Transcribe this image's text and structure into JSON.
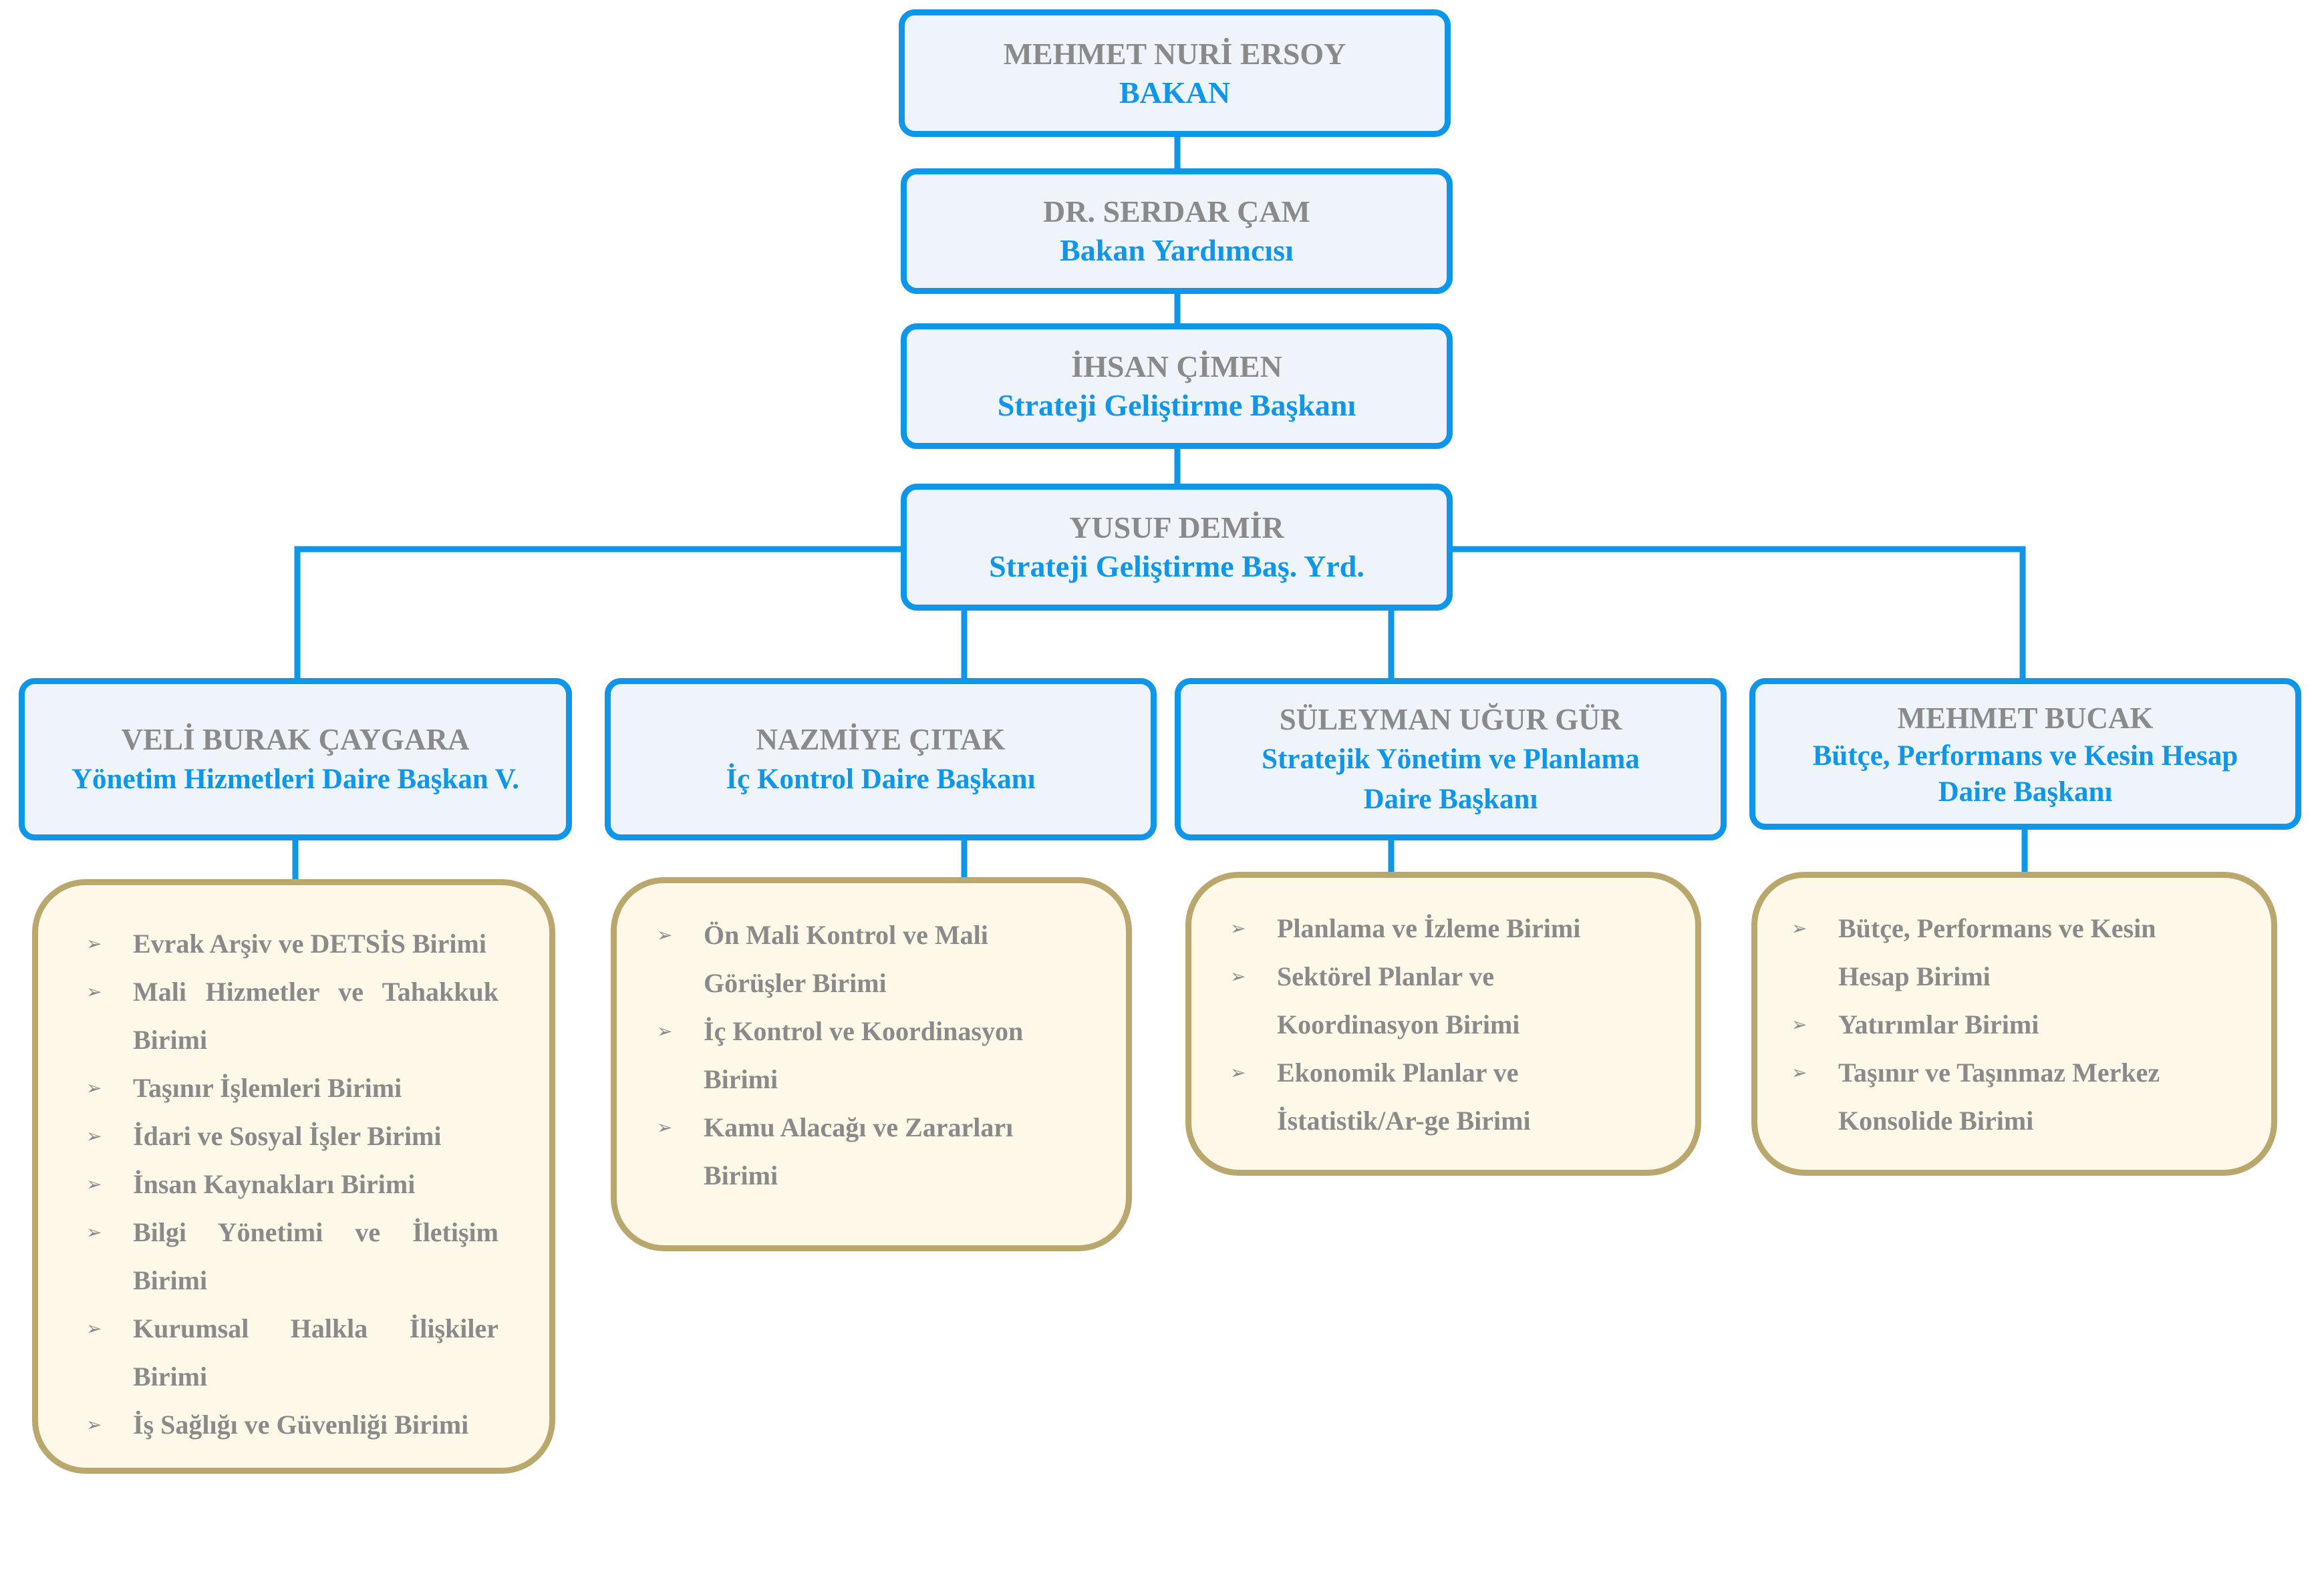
{
  "top_chain": [
    {
      "name": "MEHMET NURİ ERSOY",
      "role": "BAKAN"
    },
    {
      "name": "DR. SERDAR ÇAM",
      "role": "Bakan Yardımcısı"
    },
    {
      "name": "İHSAN ÇİMEN",
      "role": "Strateji Geliştirme Başkanı"
    },
    {
      "name": "YUSUF DEMİR",
      "role": "Strateji Geliştirme Baş. Yrd."
    }
  ],
  "departments": [
    {
      "name": "VELİ BURAK ÇAYGARA",
      "role": "Yönetim Hizmetleri Daire Başkan V.",
      "units": [
        "Evrak Arşiv ve DETSİS Birimi",
        "Mali Hizmetler ve Tahakkuk Birimi",
        "Taşınır İşlemleri Birimi",
        "İdari ve Sosyal İşler Birimi",
        "İnsan Kaynakları Birimi",
        "Bilgi Yönetimi ve İletişim Birimi",
        "Kurumsal Halkla İlişkiler Birimi",
        "İş Sağlığı ve Güvenliği Birimi"
      ]
    },
    {
      "name": "NAZMİYE ÇITAK",
      "role": "İç Kontrol Daire Başkanı",
      "units": [
        "Ön Mali Kontrol ve Mali Görüşler Birimi",
        "İç Kontrol ve Koordinasyon Birimi",
        "Kamu Alacağı ve Zararları Birimi"
      ]
    },
    {
      "name": "SÜLEYMAN UĞUR GÜR",
      "role": "Stratejik Yönetim ve Planlama Daire Başkanı",
      "units": [
        "Planlama ve İzleme Birimi",
        "Sektörel Planlar ve Koordinasyon Birimi",
        "Ekonomik Planlar ve İstatistik/Ar-ge Birimi"
      ]
    },
    {
      "name": "MEHMET BUCAK",
      "role": "Bütçe, Performans ve Kesin Hesap Daire Başkanı",
      "units": [
        "Bütçe, Performans ve Kesin Hesap Birimi",
        "Yatırımlar Birimi",
        "Taşınır ve Taşınmaz Merkez Konsolide Birimi"
      ]
    }
  ],
  "bullet_icon": "arrowhead-bullet-icon",
  "colors": {
    "node_border": "#0d96ea",
    "node_fill": "#eef4fa",
    "role_text": "#0d96ea",
    "name_text": "#8a8a8a",
    "unit_border": "#b9a76d",
    "unit_fill": "#fdf8e8"
  }
}
